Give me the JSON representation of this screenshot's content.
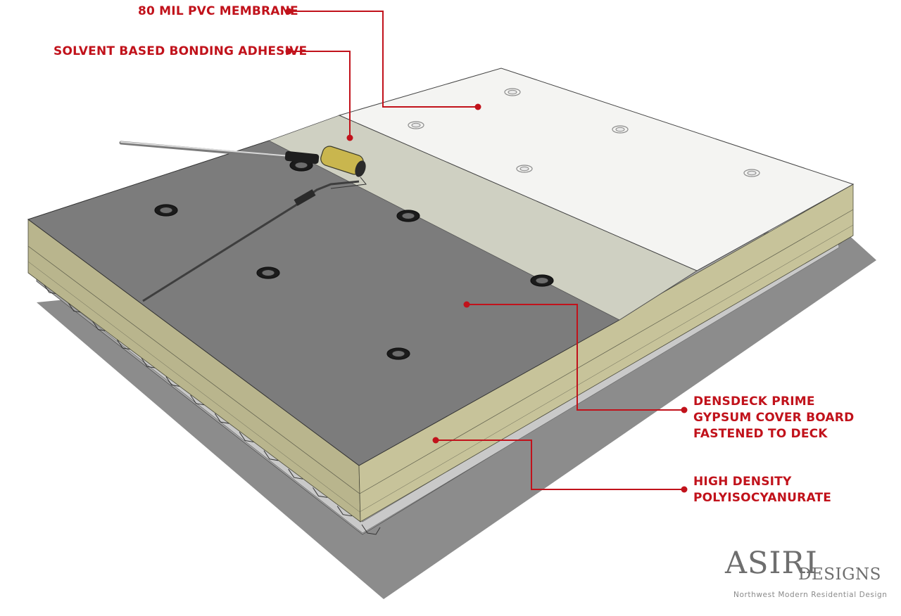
{
  "callouts": {
    "membrane": {
      "lines": [
        "80 MIL PVC MEMBRANE"
      ]
    },
    "adhesive": {
      "lines": [
        "SOLVENT BASED BONDING ADHESIVE"
      ]
    },
    "cover_board": {
      "lines": [
        "DENSDECK PRIME",
        "GYPSUM COVER BOARD",
        "FASTENED TO DECK"
      ]
    },
    "insulation": {
      "lines": [
        "HIGH DENSITY",
        "POLYISOCYANURATE"
      ]
    }
  },
  "logo": {
    "main": "ASIRI",
    "sub": "DESIGNS",
    "tagline": "Northwest Modern Residential Design"
  },
  "colors": {
    "callout_red": "#c1121b",
    "membrane_white": "#f4f4f2",
    "adhesive_beige": "#cfd0c2",
    "cover_board_gray": "#7c7c7c",
    "insulation_tan": "#b8b48c",
    "shadow_gray": "#8c8c8c",
    "logo_gray": "#6e6e6e"
  }
}
